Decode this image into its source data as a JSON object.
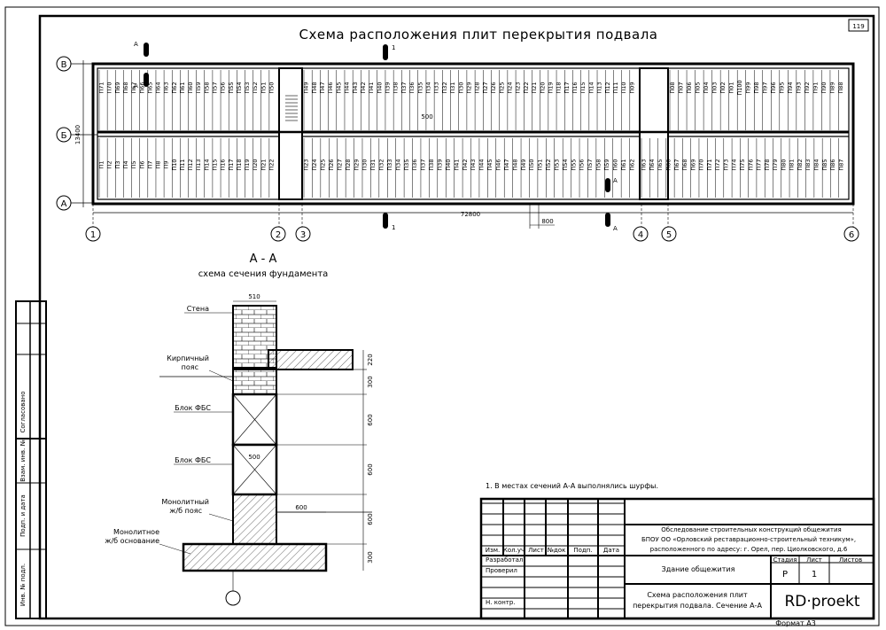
{
  "sheet": {
    "page_number": "119",
    "title": "Схема расположения плит перекрытия подвала",
    "format": "Формат А3"
  },
  "plan": {
    "row_axes": [
      "В",
      "Б",
      "А"
    ],
    "col_axes": [
      "1",
      "2",
      "3",
      "4",
      "5",
      "6"
    ],
    "dim_total": "72800",
    "dim_height": "13400",
    "dim_800": "800",
    "dim_inner": "500",
    "cut_1": "1",
    "cut_a": "А",
    "top_row_labels": [
      "П71",
      "П70",
      "П69",
      "П68",
      "П67",
      "П66",
      "П65",
      "П64",
      "П63",
      "П62",
      "П61",
      "П60",
      "П59",
      "П58",
      "П57",
      "П56",
      "П55",
      "П54",
      "П53",
      "П52",
      "П51",
      "П50",
      "П49",
      "П48",
      "П47",
      "П46",
      "П45",
      "П44",
      "П43",
      "П42",
      "П41",
      "П40",
      "П39",
      "П38",
      "П37",
      "П36",
      "П35",
      "П34",
      "П33",
      "П32",
      "П31",
      "П30",
      "П29",
      "П28",
      "П27",
      "П26",
      "П25",
      "П24",
      "П23",
      "П22",
      "П21",
      "П20",
      "П19",
      "П18",
      "П17",
      "П16",
      "П15",
      "П14",
      "П13",
      "П12",
      "П11",
      "П10",
      "П09",
      "П08",
      "П07",
      "П06",
      "П05",
      "П04",
      "П03",
      "П02",
      "П01",
      "П100",
      "П99",
      "П98",
      "П97",
      "П96",
      "П95",
      "П94",
      "П93",
      "П92",
      "П91",
      "П90",
      "П89",
      "П88"
    ],
    "bottom_row_labels": [
      "П1",
      "П2",
      "П3",
      "П4",
      "П5",
      "П6",
      "П7",
      "П8",
      "П9",
      "П10",
      "П11",
      "П12",
      "П13",
      "П14",
      "П15",
      "П16",
      "П17",
      "П18",
      "П19",
      "П20",
      "П21",
      "П22",
      "П23",
      "П24",
      "П25",
      "П26",
      "П27",
      "П28",
      "П29",
      "П30",
      "П31",
      "П32",
      "П33",
      "П34",
      "П35",
      "П36",
      "П37",
      "П38",
      "П39",
      "П40",
      "П41",
      "П42",
      "П43",
      "П44",
      "П45",
      "П46",
      "П47",
      "П48",
      "П49",
      "П50",
      "П51",
      "П52",
      "П53",
      "П54",
      "П55",
      "П56",
      "П57",
      "П58",
      "П59",
      "П60",
      "П61",
      "П62",
      "П63",
      "П64",
      "П65",
      "П66",
      "П67",
      "П68",
      "П69",
      "П70",
      "П71",
      "П72",
      "П73",
      "П74",
      "П75",
      "П76",
      "П77",
      "П78",
      "П79",
      "П80",
      "П81",
      "П82",
      "П83",
      "П84",
      "П85",
      "П86",
      "П87"
    ]
  },
  "section": {
    "title": "А - А",
    "subtitle": "схема сечения фундамента",
    "labels": {
      "wall": "Стена",
      "belt_line1": "Кирпичный",
      "belt_line2": "пояс",
      "block1": "Блок ФБС",
      "block2": "Блок ФБС",
      "mono_belt_line1": "Монолитный",
      "mono_belt_line2": "ж/б пояс",
      "mono_base_line1": "Монолитное",
      "mono_base_line2": "ж/б основание"
    },
    "dims": {
      "top_width": "510",
      "block_width": "500",
      "step": "600",
      "d220": "220",
      "d300a": "300",
      "d600a": "600",
      "d600b": "600",
      "d600c": "600",
      "d300b": "300"
    }
  },
  "note": "1. В местах сечений А-А выполнялись шурфы.",
  "stamp": {
    "headers": [
      "Изм.",
      "Кол.уч",
      "Лист",
      "№док",
      "Подп.",
      "Дата"
    ],
    "roles": [
      "Разработал",
      "Проверил",
      "",
      "Н. контр."
    ],
    "project_line1": "Обследование строительных конструкций общежития",
    "project_line2": "БПОУ ОО «Орловский реставрационно-строительный техникум»,",
    "project_line3": "расположенного по адресу: г. Орел, пер. Циолковского, д.6",
    "building": "Здание общежития",
    "stage_header": "Стадия",
    "sheet_header": "Лист",
    "sheets_header": "Листов",
    "stage": "Р",
    "sheet_no": "1",
    "drawing_line1": "Схема расположения плит",
    "drawing_line2": "перекрытия подвала. Сечение А-А",
    "company": "RD·proekt"
  },
  "side_stamp": [
    "Согласовано",
    "Взам. инв. №",
    "Подп. и дата",
    "Инв. № подл."
  ]
}
